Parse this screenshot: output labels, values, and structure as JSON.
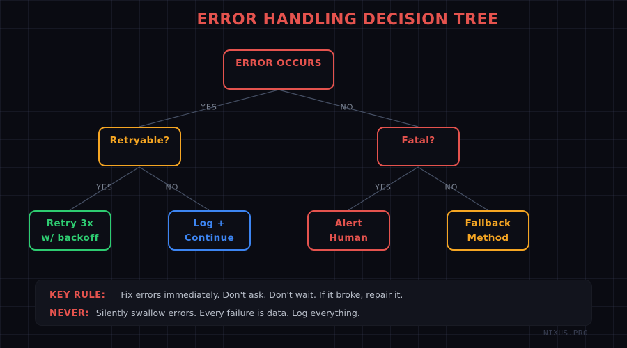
{
  "title": "ERROR HANDLING DECISION TREE",
  "colors": {
    "background": "#0a0b12",
    "grid_line": "#1b1d2b",
    "red": "#e5534e",
    "orange": "#f6a623",
    "green": "#2ecc71",
    "blue": "#3d85f2",
    "connector": "#4d586e",
    "edge_label": "#79818f",
    "panel_background": "#12141d",
    "panel_text": "#b9bfca",
    "watermark": "#383e52"
  },
  "nodes": {
    "root": {
      "label": "ERROR OCCURS",
      "color": "red"
    },
    "retryable": {
      "label": "Retryable?",
      "color": "orange"
    },
    "fatal": {
      "label": "Fatal?",
      "color": "red"
    },
    "retry": {
      "line1": "Retry 3x",
      "line2": "w/ backoff",
      "color": "green"
    },
    "log": {
      "line1": "Log +",
      "line2": "Continue",
      "color": "blue"
    },
    "alert": {
      "line1": "Alert",
      "line2": "Human",
      "color": "red"
    },
    "fallback": {
      "line1": "Fallback",
      "line2": "Method",
      "color": "orange"
    }
  },
  "edges": {
    "root_yes": "YES",
    "root_no": "NO",
    "retryable_yes": "YES",
    "retryable_no": "NO",
    "fatal_yes": "YES",
    "fatal_no": "NO"
  },
  "panel": {
    "key_rule_label": "KEY RULE:",
    "key_rule_text": "Fix errors immediately. Don't ask. Don't wait. If it broke, repair it.",
    "never_label": "NEVER:",
    "never_text": "Silently swallow errors. Every failure is data. Log everything."
  },
  "watermark": "NIXUS.PRO"
}
